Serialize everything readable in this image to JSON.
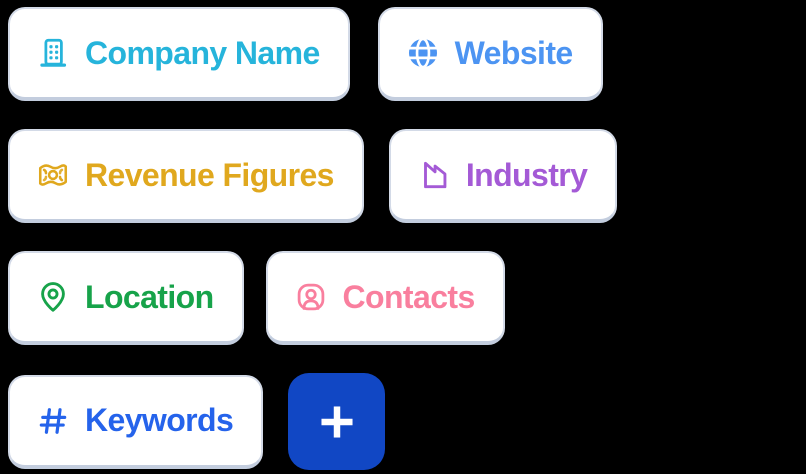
{
  "background_color": "#000000",
  "chip_style": {
    "background": "#ffffff",
    "border_color": "#d3dae7",
    "text_color": "#0f1117"
  },
  "chips": {
    "company_name": {
      "label": "Company Name",
      "icon": "building-icon",
      "color": "#26B4DB"
    },
    "website": {
      "label": "Website",
      "icon": "globe-icon",
      "color": "#4C94F2"
    },
    "revenue": {
      "label": "Revenue Figures",
      "icon": "banknote-icon",
      "color": "#E0A81E"
    },
    "industry": {
      "label": "Industry",
      "icon": "factory-icon",
      "color": "#A45AD6"
    },
    "location": {
      "label": "Location",
      "icon": "map-pin-icon",
      "color": "#17A34A"
    },
    "contacts": {
      "label": "Contacts",
      "icon": "person-icon",
      "color": "#F97F9E"
    },
    "keywords": {
      "label": "Keywords",
      "icon": "hash-icon",
      "color": "#2563EB"
    }
  },
  "add_button": {
    "icon": "plus-icon",
    "background": "#1147C4",
    "symbol_color": "#ffffff"
  }
}
